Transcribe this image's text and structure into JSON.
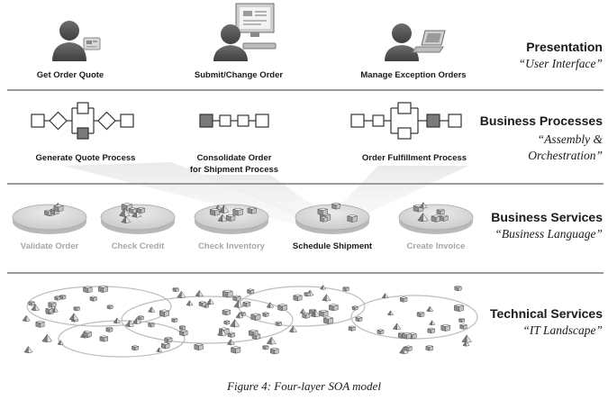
{
  "layers": [
    {
      "title": "Presentation",
      "subtitle": "“User Interface”"
    },
    {
      "title": "Business Processes",
      "subtitle": "“Assembly & Orchestration”",
      "subtitle_line1": "“Assembly &",
      "subtitle_line2": "Orchestration”"
    },
    {
      "title": "Business Services",
      "subtitle": "“Business Language”"
    },
    {
      "title": "Technical Services",
      "subtitle": "“IT Landscape”"
    }
  ],
  "presentation": {
    "actors": [
      {
        "label": "Get Order Quote",
        "device": "card-reader-icon"
      },
      {
        "label": "Submit/Change Order",
        "device": "desktop-monitor-icon"
      },
      {
        "label": "Manage Exception Orders",
        "device": "laptop-icon"
      }
    ]
  },
  "processes": [
    {
      "label": "Generate Quote Process"
    },
    {
      "label_line1": "Consolidate Order",
      "label_line2": "for Shipment Process"
    },
    {
      "label": "Order Fulfillment Process"
    }
  ],
  "services": [
    {
      "label": "Validate Order",
      "highlighted": false
    },
    {
      "label": "Check Credit",
      "highlighted": false
    },
    {
      "label": "Check Inventory",
      "highlighted": false
    },
    {
      "label": "Schedule Shipment",
      "highlighted": true
    },
    {
      "label": "Create Invoice",
      "highlighted": false
    }
  ],
  "caption": "Figure 4: Four-layer SOA model",
  "colors": {
    "separator": "#9b9b9b",
    "dimmed_text": "#a6a6a6",
    "platform": "#d9d9d9",
    "dark": "#555555"
  }
}
